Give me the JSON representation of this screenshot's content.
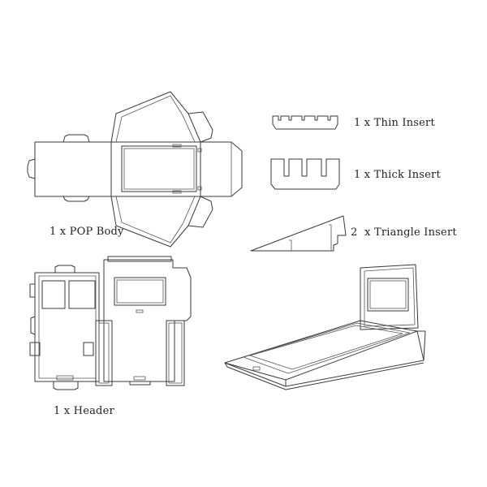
{
  "labels": {
    "pop_body": "1 x POP Body",
    "thin_insert": "1 x Thin Insert",
    "thick_insert": "1 x Thick Insert",
    "triangle_insert": "2  x Triangle Insert",
    "header": "1 x Header"
  },
  "colors": {
    "line": "#3a3a3a",
    "background": "#ffffff"
  }
}
